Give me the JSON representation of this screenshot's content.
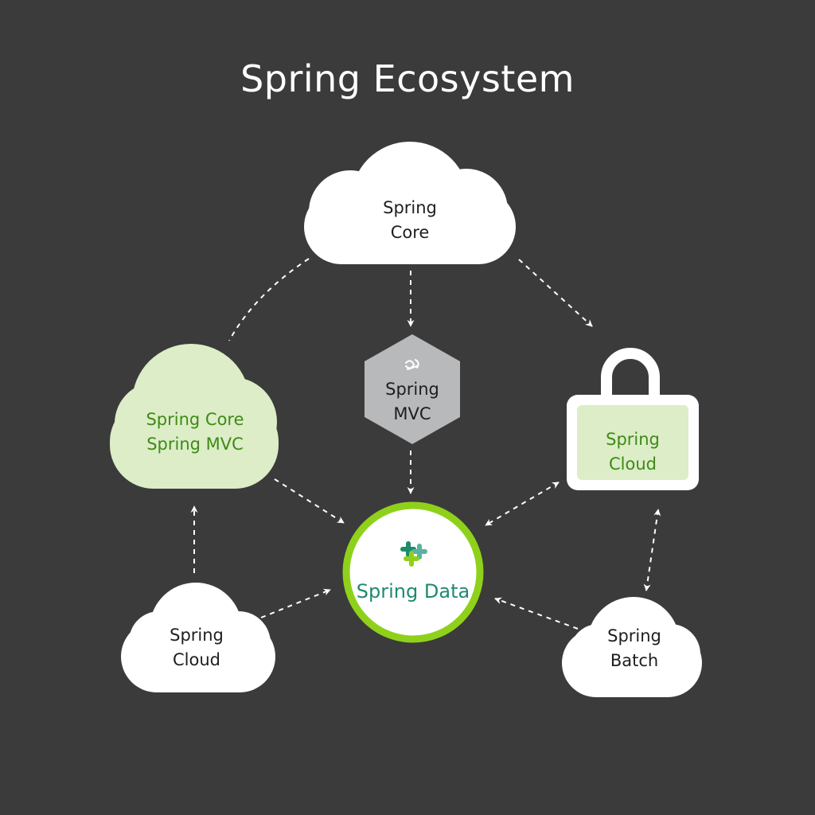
{
  "title": "Spring Ecosystem",
  "nodes": {
    "core": {
      "lines": [
        "Spring",
        "Core"
      ],
      "shape": "cloud"
    },
    "mvc": {
      "lines": [
        "Spring",
        "MVC"
      ],
      "shape": "hexagon",
      "icon": "spring-leaf-icon"
    },
    "core_mvc": {
      "lines": [
        "Spring Core",
        "Spring MVC"
      ],
      "shape": "green-cloud"
    },
    "cloud_lock": {
      "lines": [
        "Spring",
        "Cloud"
      ],
      "shape": "padlock"
    },
    "data": {
      "label": "Spring Data",
      "shape": "circle",
      "icon": "spring-data-icon"
    },
    "cloud_bottom": {
      "lines": [
        "Spring",
        "Cloud"
      ],
      "shape": "cloud"
    },
    "batch": {
      "lines": [
        "Spring",
        "Batch"
      ],
      "shape": "cloud"
    }
  },
  "colors": {
    "background": "#3b3b3b",
    "cloud_fill": "#ffffff",
    "green_fill": "#dcedc8",
    "green_text": "#3f8a16",
    "hexagon_fill": "#b8b9bb",
    "data_ring": "#8fd11a",
    "data_text": "#1f8a6e",
    "connector": "#ffffff"
  }
}
